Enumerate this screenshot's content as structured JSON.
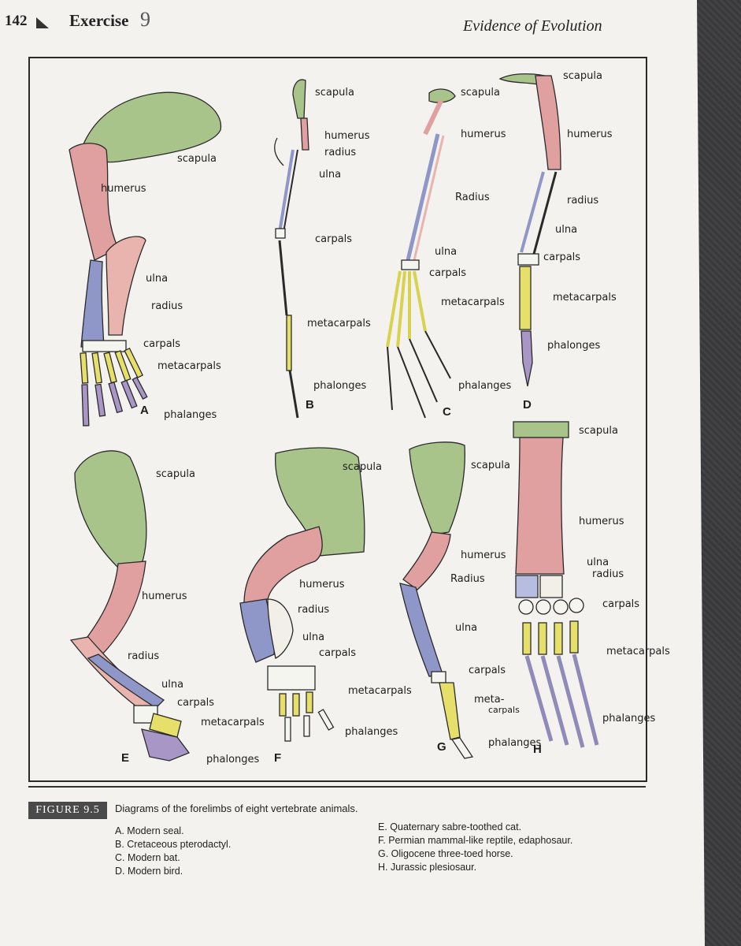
{
  "header": {
    "page_number": "142",
    "exercise_word": "Exercise",
    "exercise_number": "9",
    "running_title": "Evidence of Evolution"
  },
  "figure": {
    "tag": "FIGURE 9.5",
    "caption": "Diagrams of the forelimbs of eight vertebrate animals.",
    "legend_left": [
      "A. Modern seal.",
      "B. Cretaceous pterodactyl.",
      "C. Modern bat.",
      "D. Modern bird."
    ],
    "legend_right": [
      "E. Quaternary sabre-toothed cat.",
      "F. Permian mammal-like reptile, edaphosaur.",
      "G. Oligocene three-toed horse.",
      "H. Jurassic plesiosaur."
    ],
    "panel_letters": [
      "A",
      "B",
      "C",
      "D",
      "E",
      "F",
      "G",
      "H"
    ],
    "handwritten_labels": {
      "A": [
        "scapula",
        "humerus",
        "ulna",
        "radius",
        "carpals",
        "metacarpals",
        "phalanges"
      ],
      "B": [
        "scapula",
        "humerus",
        "radius",
        "ulna",
        "carpals",
        "metacarpals",
        "phalonges"
      ],
      "C": [
        "scapula",
        "humerus",
        "Radius",
        "ulna",
        "carpals",
        "metacarpals",
        "phalanges"
      ],
      "D": [
        "scapula",
        "humerus",
        "radius",
        "ulna",
        "carpals",
        "metacarpals",
        "phalonges"
      ],
      "E": [
        "scapula",
        "humerus",
        "radius",
        "ulna",
        "carpals",
        "metacarpals",
        "phalonges"
      ],
      "F": [
        "scapula",
        "humerus",
        "radius",
        "ulna",
        "carpals",
        "metacarpals",
        "phalanges"
      ],
      "G": [
        "scapula",
        "humerus",
        "Radius",
        "ulna",
        "carpals",
        "meta-",
        "carpals",
        "phalanges"
      ],
      "H": [
        "scapula",
        "humerus",
        "ulna",
        "radius",
        "carpals",
        "metacarpals",
        "phalanges"
      ]
    }
  },
  "colors": {
    "scapula": "#a9c48b",
    "humerus": "#e0a0a0",
    "radius": "#8f97c8",
    "ulna": "#e8b4ad",
    "carpals": "#f5f5f0",
    "metacarpals": "#e6e06a",
    "phalanges": "#a896c6"
  }
}
